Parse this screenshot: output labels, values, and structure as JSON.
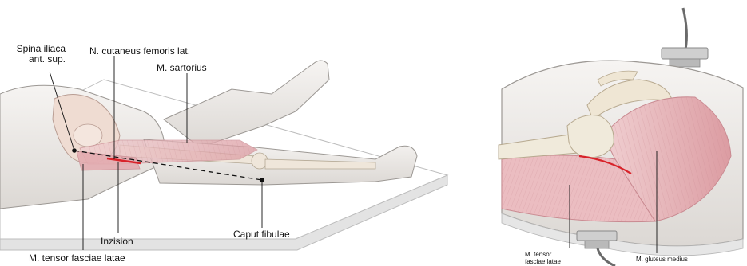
{
  "left_panel": {
    "labels": {
      "spina_line1": "Spina iliaca",
      "spina_line2": "ant. sup.",
      "n_cutaneus": "N. cutaneus femoris lat.",
      "m_sartorius": "M. sartorius",
      "inzision": "Inzision",
      "caput_fibulae": "Caput fibulae",
      "m_tensor": "M. tensor fasciae latae"
    }
  },
  "right_panel": {
    "labels": {
      "m_tensor_line1": "M. tensor",
      "m_tensor_line2": "fasciae latae",
      "m_gluteus": "M. gluteus medius"
    }
  },
  "colors": {
    "skin": "#f2efec",
    "bone": "#ece6d6",
    "muscle": "#e7b8bc",
    "incision": "#d8232a",
    "table": "#ffffff"
  }
}
